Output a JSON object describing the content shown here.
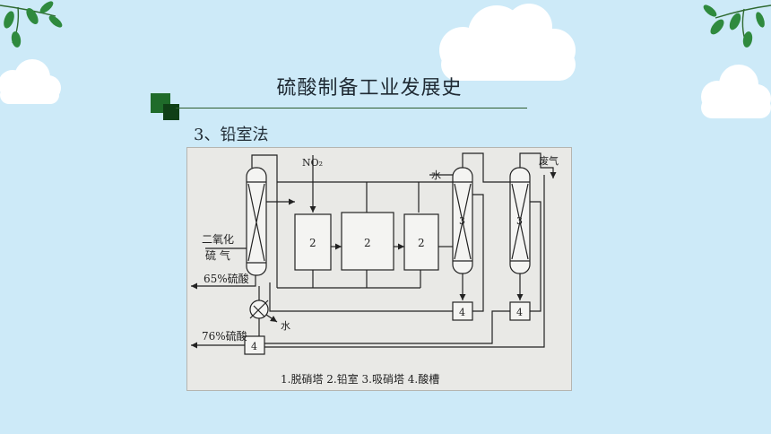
{
  "slide": {
    "title": "硫酸制备工业发展史",
    "subtitle": "3、铅室法"
  },
  "diagram": {
    "labels": {
      "no2": "NO₂",
      "water_top": "水",
      "waste_gas": "废气",
      "so2_line1": "二氧化",
      "so2_line2": "硫 气",
      "acid65": "65%硫酸",
      "acid76": "76%硫酸",
      "water_cooler": "水",
      "chamber": "2",
      "absorber": "3",
      "tank": "4"
    },
    "legend": "1.脱硝塔 2.铅室 3.吸硝塔 4.酸槽"
  },
  "colors": {
    "background": "#cdeaf8",
    "accent": "#1f6b2a",
    "leaf": "#2f8a3e"
  }
}
